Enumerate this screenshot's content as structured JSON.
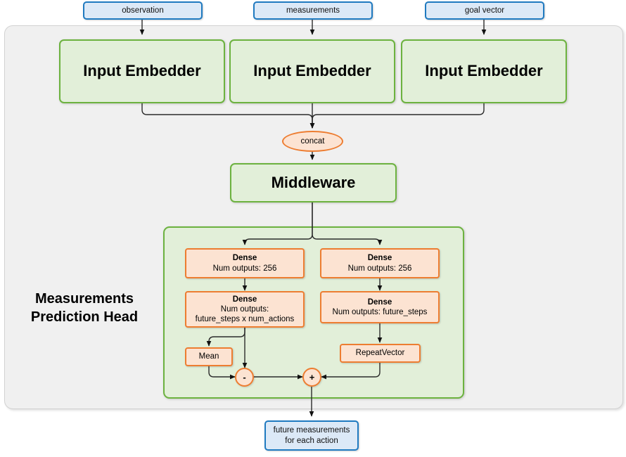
{
  "diagram": {
    "title": "Measurements Prediction Head network diagram",
    "section_label_line1": "Measurements",
    "section_label_line2": "Prediction Head",
    "colors": {
      "io_fill": "#dce9f7",
      "io_border": "#1f7ac0",
      "green_fill": "#e2efd9",
      "green_border": "#6cb23f",
      "orange_fill": "#fce3d2",
      "orange_border": "#ed7d31",
      "container_fill": "#f0f0f0",
      "container_border": "#d2d2d2"
    }
  },
  "inputs": [
    {
      "label": "observation"
    },
    {
      "label": "measurements"
    },
    {
      "label": "goal vector"
    }
  ],
  "embedders": [
    {
      "label": "Input Embedder"
    },
    {
      "label": "Input Embedder"
    },
    {
      "label": "Input Embedder"
    }
  ],
  "concat": {
    "label": "concat"
  },
  "middleware": {
    "label": "Middleware"
  },
  "head": {
    "left_branch": [
      {
        "title": "Dense",
        "line2": "Num outputs: 256",
        "line3": ""
      },
      {
        "title": "Dense",
        "line2": "Num outputs:",
        "line3": "future_steps x num_actions"
      }
    ],
    "right_branch": [
      {
        "title": "Dense",
        "line2": "Num outputs: 256",
        "line3": ""
      },
      {
        "title": "Dense",
        "line2": "Num outputs: future_steps",
        "line3": ""
      }
    ],
    "mean": {
      "label": "Mean"
    },
    "repeat_vector": {
      "label": "RepeatVector"
    },
    "subtract_op": {
      "label": "-"
    },
    "add_op": {
      "label": "+"
    }
  },
  "output": {
    "line1": "future measurements",
    "line2": "for each action"
  }
}
